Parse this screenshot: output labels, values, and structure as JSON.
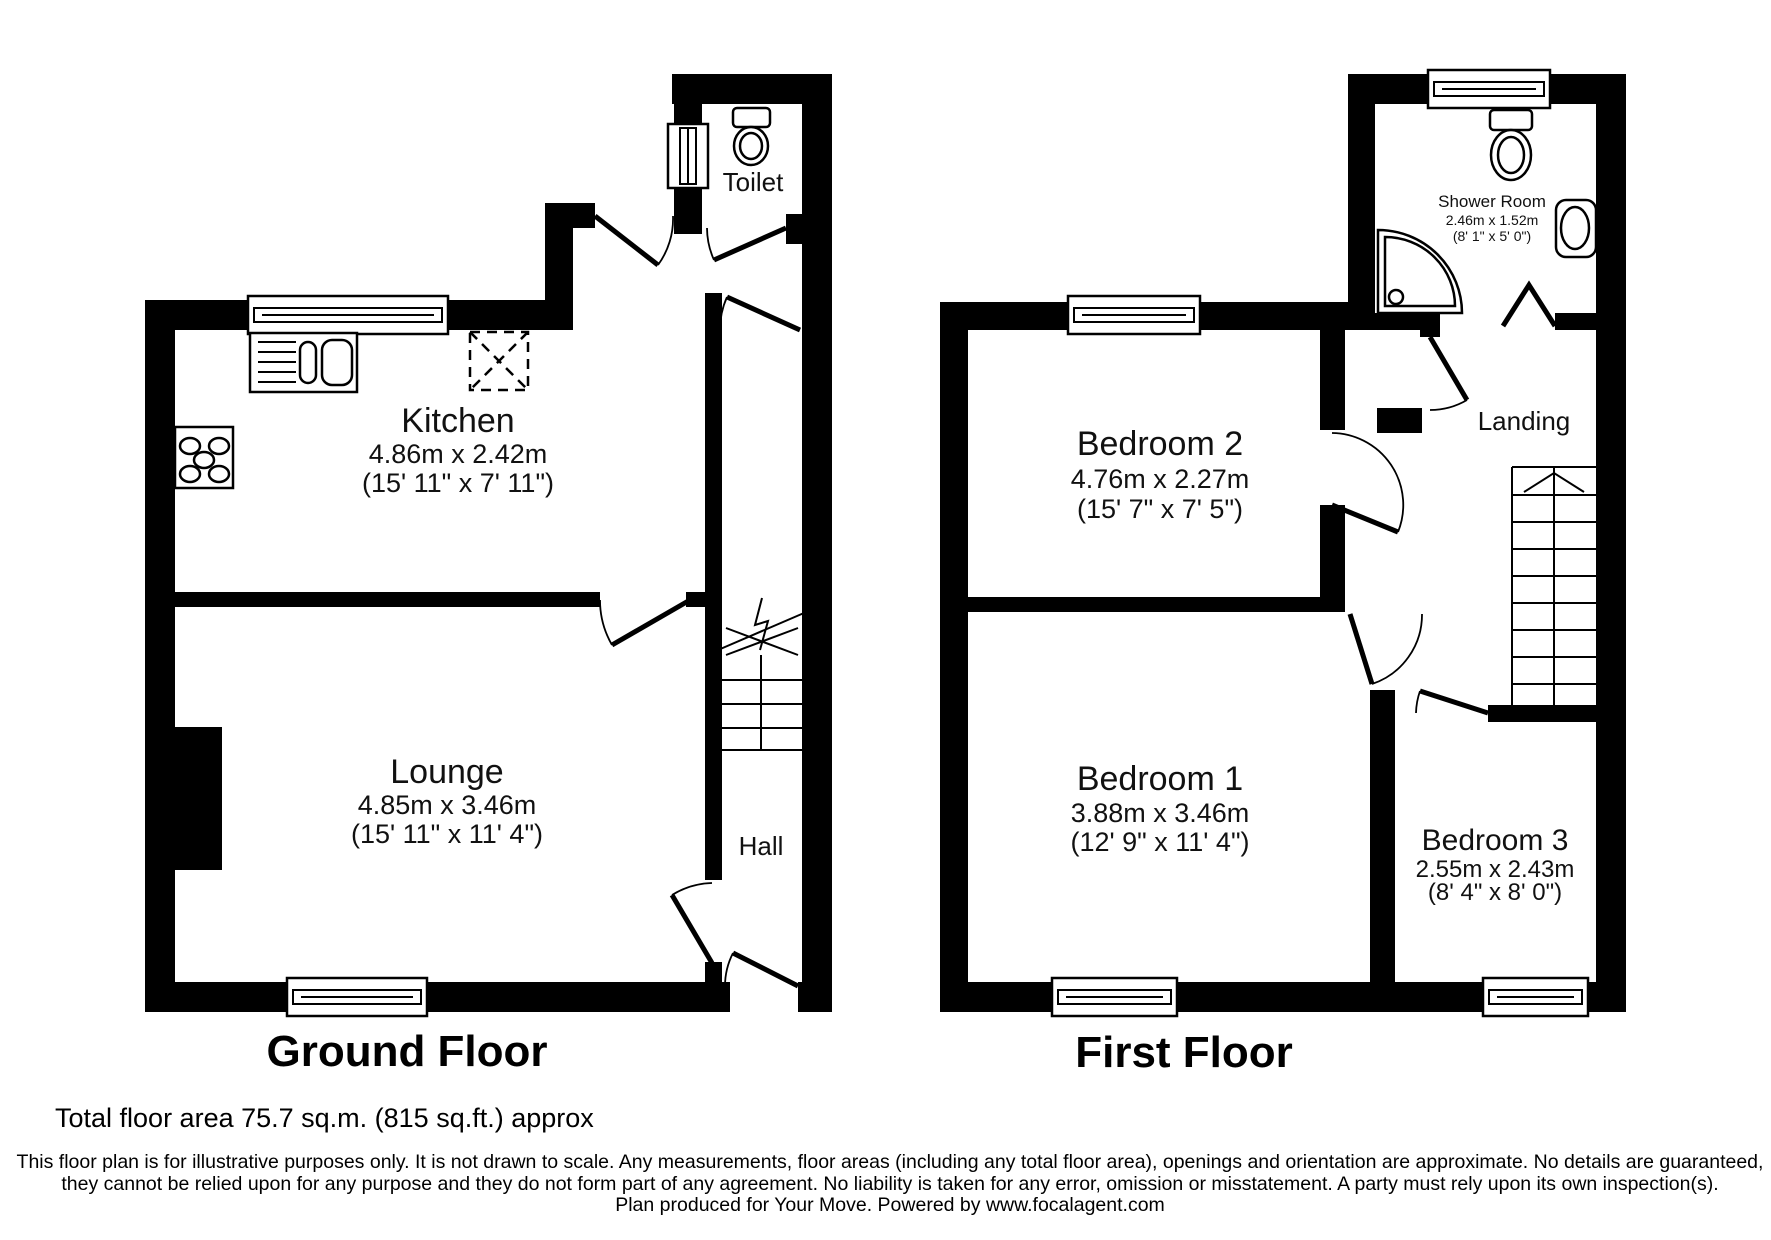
{
  "ground_floor": {
    "title": "Ground Floor",
    "rooms": {
      "toilet": {
        "name": "Toilet"
      },
      "kitchen": {
        "name": "Kitchen",
        "dims_m": "4.86m x 2.42m",
        "dims_ft": "(15' 11\" x 7' 11\")"
      },
      "lounge": {
        "name": "Lounge",
        "dims_m": "4.85m x 3.46m",
        "dims_ft": "(15' 11\" x 11' 4\")"
      },
      "hall": {
        "name": "Hall"
      }
    }
  },
  "first_floor": {
    "title": "First Floor",
    "rooms": {
      "shower_room": {
        "name": "Shower Room",
        "dims_m": "2.46m x 1.52m",
        "dims_ft": "(8' 1\" x 5' 0\")"
      },
      "landing": {
        "name": "Landing"
      },
      "bedroom2": {
        "name": "Bedroom 2",
        "dims_m": "4.76m x 2.27m",
        "dims_ft": "(15' 7\" x 7' 5\")"
      },
      "bedroom1": {
        "name": "Bedroom 1",
        "dims_m": "3.88m x 3.46m",
        "dims_ft": "(12' 9\" x 11' 4\")"
      },
      "bedroom3": {
        "name": "Bedroom 3",
        "dims_m": "2.55m x 2.43m",
        "dims_ft": "(8' 4\" x 8' 0\")"
      }
    }
  },
  "footer": {
    "total_area": "Total floor area 75.7 sq.m. (815 sq.ft.) approx",
    "disclaimer_line1": "This floor plan is for illustrative purposes only. It is not drawn to scale. Any measurements, floor areas (including any total floor area), openings and orientation are approximate. No details are guaranteed,",
    "disclaimer_line2": "they cannot be relied upon for any purpose and they do not form part of any agreement. No liability is taken for any error, omission or misstatement. A party must rely upon its own inspection(s).",
    "disclaimer_line3": "Plan produced for Your Move. Powered by www.focalagent.com"
  },
  "colors": {
    "wall": "#000000",
    "background": "#ffffff"
  }
}
